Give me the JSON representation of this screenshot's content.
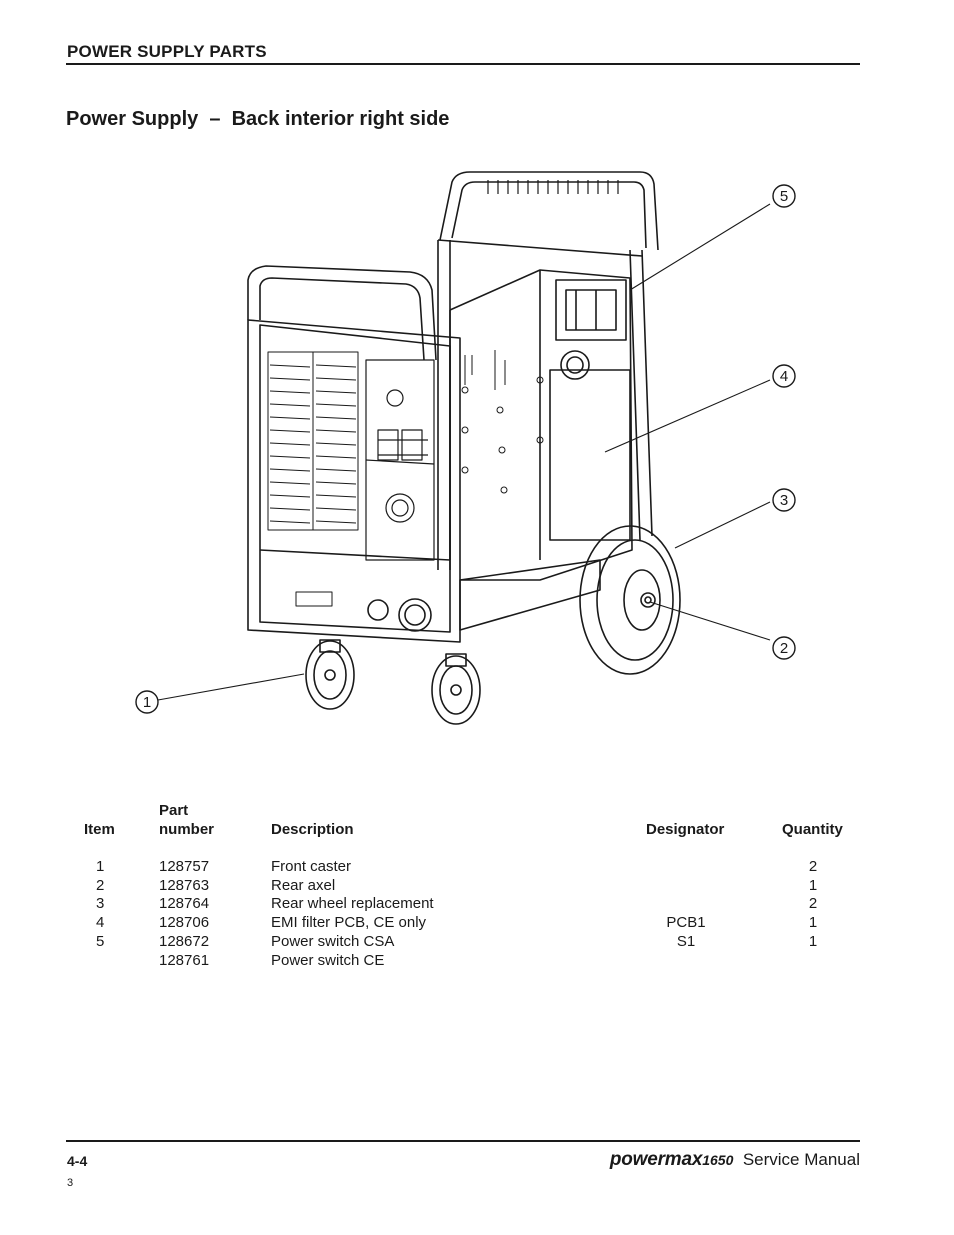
{
  "header": {
    "section_label": "POWER SUPPLY PARTS"
  },
  "title": "Power Supply  –  Back interior right side",
  "callouts": [
    "1",
    "2",
    "3",
    "4",
    "5"
  ],
  "table": {
    "headers": {
      "item": "Item",
      "part_number_line1": "Part",
      "part_number_line2": "number",
      "description": "Description",
      "designator": "Designator",
      "quantity": "Quantity"
    },
    "rows": [
      {
        "item": "1",
        "part": "128757",
        "description": "Front caster",
        "designator": "",
        "quantity": "2"
      },
      {
        "item": "2",
        "part": "128763",
        "description": "Rear axel",
        "designator": "",
        "quantity": "1"
      },
      {
        "item": "3",
        "part": "128764",
        "description": "Rear wheel replacement",
        "designator": "",
        "quantity": "2"
      },
      {
        "item": "4",
        "part": "128706",
        "description": "EMI filter PCB, CE only",
        "designator": "PCB1",
        "quantity": "1"
      },
      {
        "item": "5",
        "part": "128672",
        "description": "Power switch CSA",
        "designator": "S1",
        "quantity": "1"
      },
      {
        "item": "",
        "part": "128761",
        "description": "Power switch CE",
        "designator": "",
        "quantity": ""
      }
    ]
  },
  "footer": {
    "page_number": "4-4",
    "small_number": "3",
    "brand_logo": "powermax",
    "brand_model": "1650",
    "manual_label": "Service Manual"
  }
}
